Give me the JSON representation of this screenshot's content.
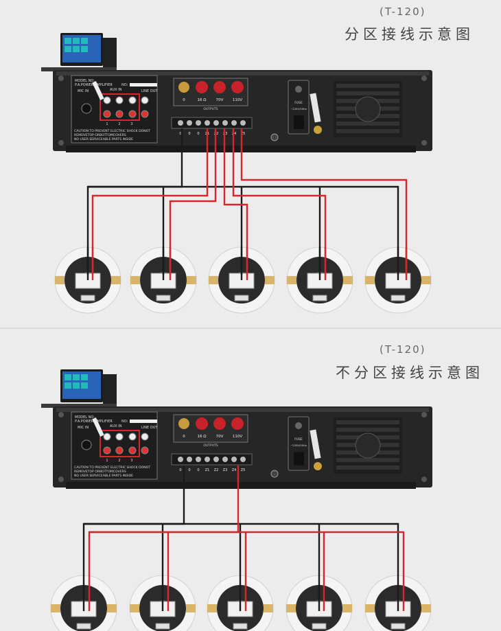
{
  "panels": [
    {
      "model": "(T-120)",
      "title": "分区接线示意图"
    },
    {
      "model": "(T-120)",
      "title": "不分区接线示意图"
    }
  ],
  "amplifier": {
    "model_label": "MODEL NO:",
    "type_label": "P.A.POWER AMPLIFIER",
    "no_label": "NO:",
    "mic_in": "MIC IN",
    "aux_in": "AUX IN",
    "line_out": "LINE OUT",
    "input_numbers": [
      "1",
      "2",
      "3"
    ],
    "outputs_caption": "OUTPUTS",
    "output_labels": [
      "0",
      "16 Ω",
      "70V",
      "110V"
    ],
    "terminal_labels": [
      "0",
      "0",
      "0",
      "Z1",
      "Z2",
      "Z3",
      "Z4",
      "Z5"
    ],
    "fuse": "FUSE",
    "power_spec": "~220V/50Hz",
    "caution_lines": [
      "CAUTION TO PREVENT ELECTRIC SHOCK DONOT",
      "REMOVETOP ORBOTTOMCOVERS",
      "NO USER SERVICEABLE PARTS INSIDE"
    ]
  },
  "colors": {
    "background": "#ececec",
    "wire_black": "#1a1a1a",
    "wire_red": "#d9262c",
    "highlight_box": "#d9262c",
    "chassis": "#262626"
  },
  "speaker_count": 5
}
